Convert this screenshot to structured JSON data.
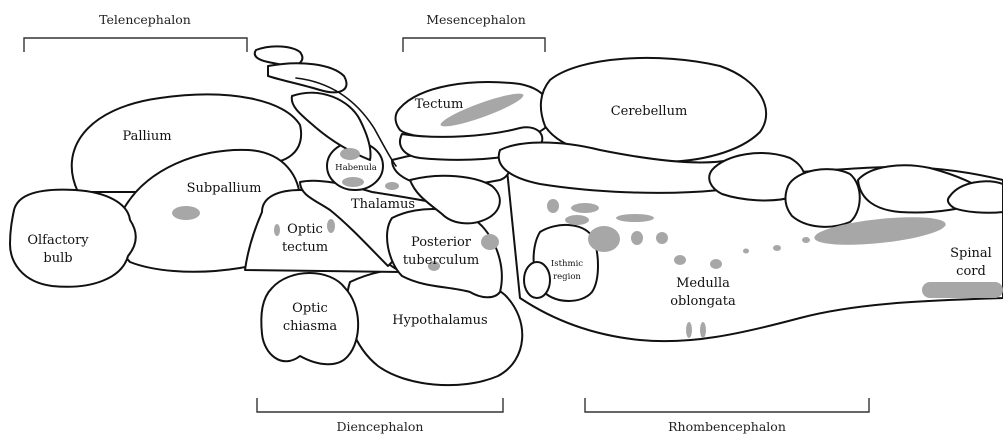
{
  "divisions": {
    "telencephalon": "Telencephalon",
    "mesencephalon": "Mesencephalon",
    "diencephalon": "Diencephalon",
    "rhombencephalon": "Rhombencephalon"
  },
  "regions": {
    "pallium": "Pallium",
    "subpallium": "Subpallium",
    "olfactory_bulb": [
      "Olfactory",
      "bulb"
    ],
    "optic_tectum_left": [
      "Optic",
      "tectum"
    ],
    "optic_chiasma": [
      "Optic",
      "chiasma"
    ],
    "habenula": "Habenula",
    "thalamus": "Thalamus",
    "tectum": "Tectum",
    "cerebellum": "Cerebellum",
    "posterior_tuberculum": [
      "Posterior",
      "tuberculum"
    ],
    "hypothalamus": "Hypothalamus",
    "isthmic_region": [
      "Isthmic",
      "region"
    ],
    "medulla_oblongata": [
      "Medulla",
      "oblongata"
    ],
    "spinal_cord": [
      "Spinal",
      "cord"
    ]
  },
  "colors": {
    "outline": "#111111",
    "spot": "#a7a7a7",
    "background": "#ffffff"
  }
}
